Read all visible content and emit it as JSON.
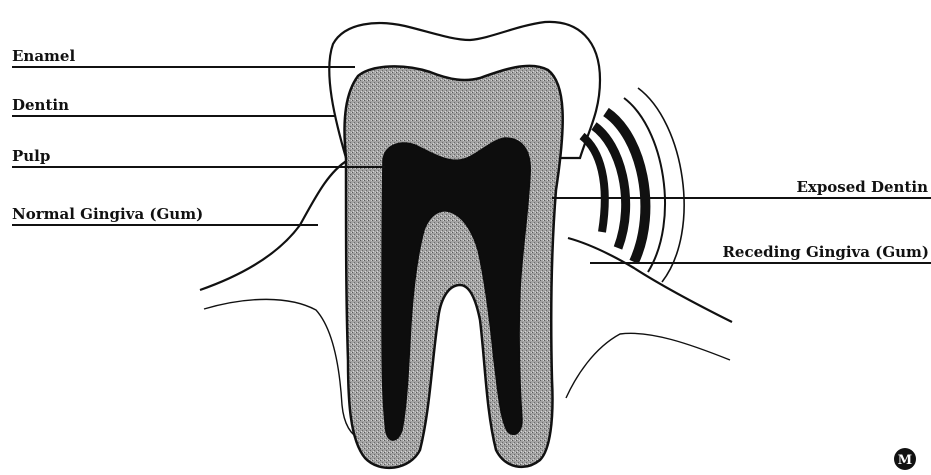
{
  "labels": {
    "enamel": "Enamel",
    "dentin": "Dentin",
    "pulp": "Pulp",
    "normal_gingiva": "Normal Gingiva (Gum)",
    "exposed_dentin": "Exposed Dentin",
    "receding_gingiva": "Receding Gingiva (Gum)"
  },
  "logo": {
    "text": "M"
  },
  "colors": {
    "ink": "#111111",
    "dentin_fill": "#9a9a9a",
    "pulp_fill": "#0d0d0d",
    "background": "#ffffff"
  }
}
